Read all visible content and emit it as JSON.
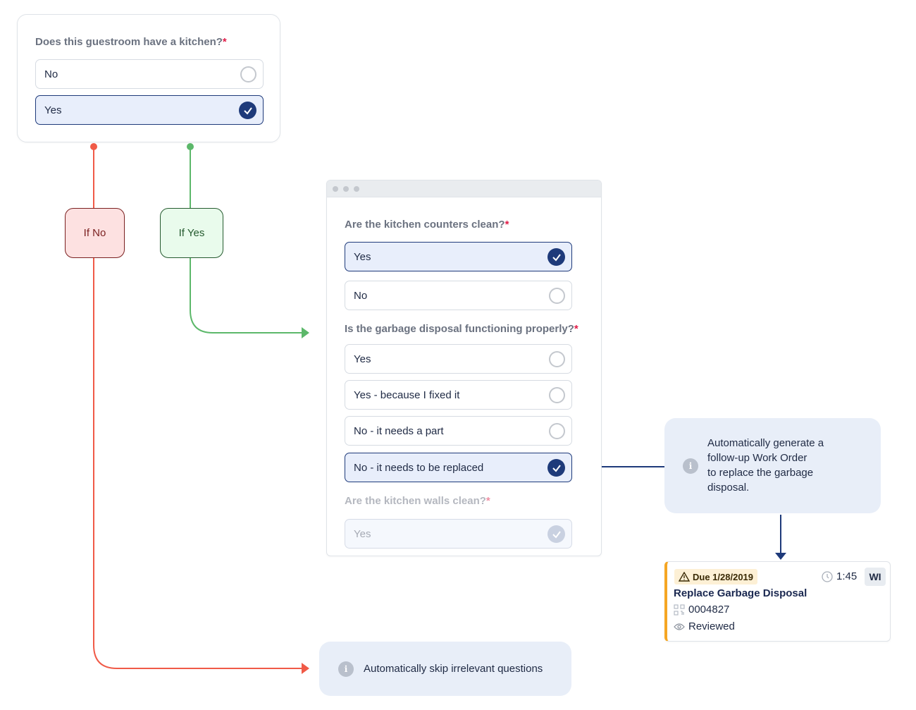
{
  "kitchen_card": {
    "question": "Does this guestroom have a kitchen?",
    "required_mark": "*",
    "options": [
      {
        "label": "No",
        "selected": false
      },
      {
        "label": "Yes",
        "selected": true
      }
    ]
  },
  "branches": {
    "no_label": "If No",
    "yes_label": "If Yes",
    "no_color": "#f05a47",
    "yes_color": "#5cb86a"
  },
  "form_panel": {
    "questions": [
      {
        "text": "Are the kitchen counters clean?",
        "required_mark": "*",
        "options": [
          {
            "label": "Yes",
            "selected": true
          },
          {
            "label": "No",
            "selected": false
          }
        ]
      },
      {
        "text": "Is the garbage disposal functioning properly?",
        "required_mark": "*",
        "options": [
          {
            "label": "Yes",
            "selected": false
          },
          {
            "label": "Yes - because I fixed it",
            "selected": false
          },
          {
            "label": "No - it needs a part",
            "selected": false
          },
          {
            "label": "No - it needs to be replaced",
            "selected": true
          }
        ]
      },
      {
        "text": "Are the kitchen walls clean?",
        "required_mark": "*",
        "options": [
          {
            "label": "Yes",
            "selected": true
          }
        ]
      }
    ]
  },
  "info_work_order": {
    "icon": "info-icon",
    "text": "Automatically generate a follow-up Work Order to replace the garbage disposal.",
    "lines": [
      "Automatically generate a",
      "follow-up Work Order",
      "to replace the garbage",
      "disposal."
    ]
  },
  "work_order": {
    "due": "Due 1/28/2019",
    "time": "1:45",
    "badge": "WI",
    "title": "Replace Garbage Disposal",
    "number": "0004827",
    "status": "Reviewed",
    "accent": "#f5a623"
  },
  "info_skip": {
    "icon": "info-icon",
    "text": "Automatically skip irrelevant questions"
  },
  "colors": {
    "selected": "#1e3a7a",
    "selected_bg": "#e8eefb",
    "info_bg": "#e8eef8"
  }
}
